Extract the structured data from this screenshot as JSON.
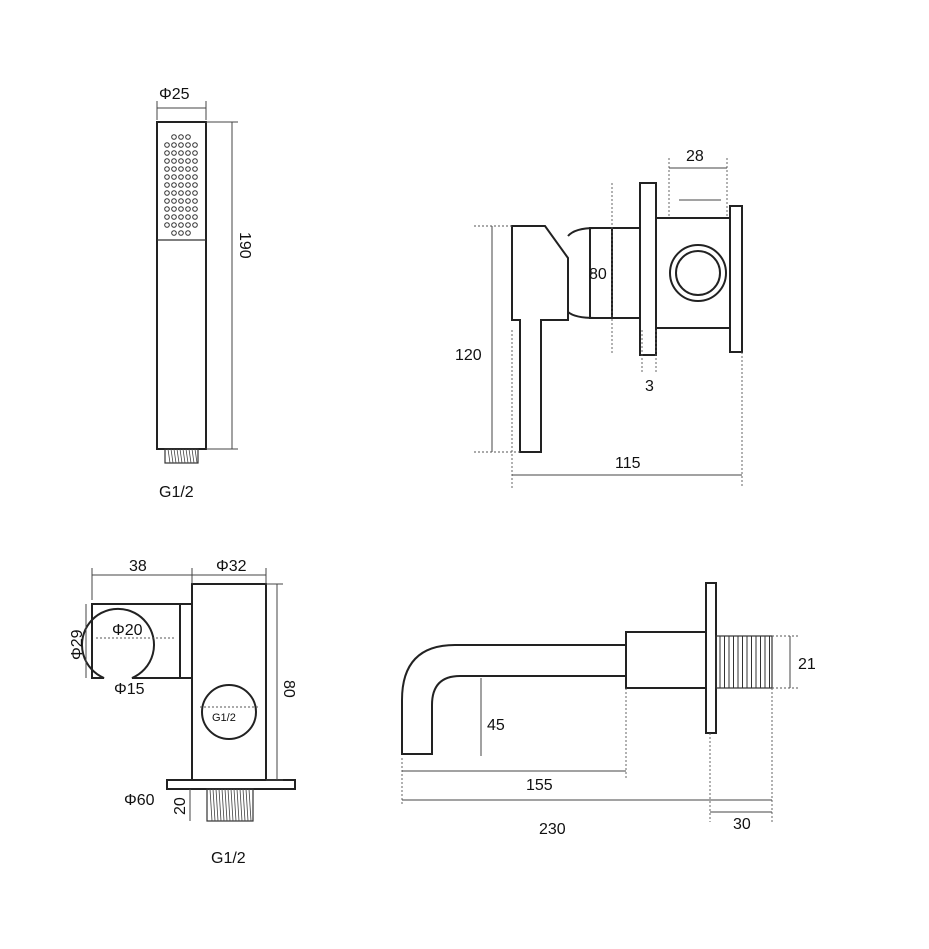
{
  "handshower": {
    "diameter": "Φ25",
    "length": "190",
    "thread": "G1/2"
  },
  "mixer": {
    "width_top": "28",
    "height_body": "80",
    "plate_gap": "3",
    "height_total": "120",
    "depth_total": "115"
  },
  "holder": {
    "width_arm": "38",
    "diameter_body": "Φ32",
    "arm_height": "Φ29",
    "ring_diameter": "Φ20",
    "slot_width": "Φ15",
    "height": "80",
    "inner_thread": "G1/2",
    "flange_diameter": "Φ60",
    "thread_length": "20",
    "bottom_thread": "G1/2"
  },
  "spout": {
    "drop": "45",
    "reach": "155",
    "length_total": "230",
    "thread_length": "30",
    "thread_diameter": "21"
  }
}
